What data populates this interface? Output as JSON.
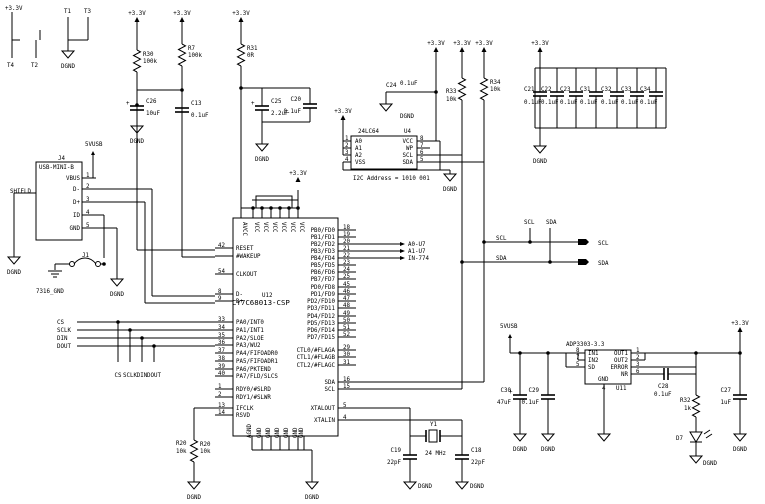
{
  "rails": {
    "p33": "+3.3V",
    "gnd": "DGND",
    "vusb": "5VUSB",
    "gnd7316": "7316_GND"
  },
  "top_left": {
    "t1": "T1",
    "t3": "T3",
    "t4": "T4",
    "t2": "T2"
  },
  "resistors": {
    "r30": [
      "R30",
      "100k"
    ],
    "r7": [
      "R7",
      "100k"
    ],
    "r31": [
      "R31",
      "0R"
    ],
    "r33": [
      "R33",
      "10k"
    ],
    "r34": [
      "R34",
      "10k"
    ],
    "r20": [
      "R20",
      "10k"
    ],
    "r32": [
      "R32",
      "1k"
    ]
  },
  "caps": {
    "c26": [
      "C26",
      "10uF"
    ],
    "c13": [
      "C13",
      "0.1uF"
    ],
    "c25": [
      "C25",
      "2.2uF"
    ],
    "c20": [
      "C20",
      "0.1uF"
    ],
    "c24": [
      "C24",
      "0.1uF"
    ],
    "c19": [
      "C19",
      "22pF"
    ],
    "c18": [
      "C18",
      "22pF"
    ],
    "c30": [
      "C30",
      "47uF"
    ],
    "c29": [
      "C29",
      "0.1uF"
    ],
    "c28": [
      "C28",
      "0.1uF"
    ],
    "c27": [
      "C27",
      "1uF"
    ],
    "bank": [
      [
        "C21",
        "0.1uF"
      ],
      [
        "C22",
        "0.1uF"
      ],
      [
        "C23",
        "0.1uF"
      ],
      [
        "C31",
        "0.1uF"
      ],
      [
        "C32",
        "0.1uF"
      ],
      [
        "C33",
        "0.1uF"
      ],
      [
        "C34",
        "0.1uF"
      ]
    ]
  },
  "j4": {
    "ref": "J4",
    "name": "USB-MINI-B",
    "pins": [
      "VBUS",
      "D-",
      "D+",
      "ID",
      "GND"
    ],
    "shield": "SHIELD",
    "nums": [
      "1",
      "2",
      "3",
      "4",
      "5"
    ]
  },
  "j1": {
    "ref": "J1"
  },
  "u4": {
    "ref": "U4",
    "name": "24LC64",
    "left_pins": [
      "A0",
      "A1",
      "A2",
      "VSS"
    ],
    "left_nums": [
      "1",
      "2",
      "3",
      "4"
    ],
    "right_pins": [
      "VCC",
      "WP",
      "SCL",
      "SDA"
    ],
    "right_nums": [
      "8",
      "7",
      "6",
      "5"
    ],
    "addr_note": "I2C Address = 1010 001"
  },
  "u12": {
    "ref": "U12",
    "name": "CY7C68013-CSP",
    "left_nums": [
      "42",
      "54",
      "8",
      "9",
      "33",
      "34",
      "35",
      "36",
      "37",
      "38",
      "39",
      "40",
      "1",
      "2",
      "13",
      "14"
    ],
    "left_pins": [
      "RESET",
      "#WAKEUP",
      "CLKOUT",
      "D-",
      "D+",
      "PA0/INT0",
      "PA1/INT1",
      "PA2/SLOE",
      "PA3/WU2",
      "PA4/FIFOADR0",
      "PA5/FIFOADR1",
      "PA6/PKTEND",
      "PA7/FLD/SLCS",
      "RDY0/#SLRD",
      "RDY1/#SLWR",
      "IFCLK",
      "RSVD"
    ],
    "right_nums": [
      "18",
      "19",
      "20",
      "21",
      "22",
      "23",
      "24",
      "25",
      "45",
      "46",
      "47",
      "48",
      "49",
      "50",
      "51",
      "52",
      "29",
      "30",
      "31",
      "16",
      "15",
      "5",
      "4"
    ],
    "right_pins": [
      "PB0/FD0",
      "PB1/FD1",
      "PB2/FD2",
      "PB3/FD3",
      "PB4/FD4",
      "PB5/FD5",
      "PB6/FD6",
      "PB7/FD7",
      "PD0/FD8",
      "PD1/FD9",
      "PD2/FD10",
      "PD3/FD11",
      "PD4/FD12",
      "PD5/FD13",
      "PD6/FD14",
      "PD7/FD15",
      "CTL0/#FLAGA",
      "CTL1/#FLAGB",
      "CTL2/#FLAGC",
      "SDA",
      "SCL",
      "XTALOUT",
      "XTALIN"
    ],
    "vcc_pins": [
      "AVCC",
      "VCC",
      "VCC",
      "VCC",
      "VCC",
      "VCC",
      "VCC"
    ],
    "gnd_pins": [
      "AGND",
      "GND",
      "GND",
      "GND",
      "GND",
      "GND",
      "GND"
    ]
  },
  "buses": {
    "a": "A0-U7",
    "b": "A1-U7",
    "c": "IN-774"
  },
  "signals": [
    "CS",
    "SCLK",
    "DIN",
    "DOUT"
  ],
  "nets": {
    "scl": "SCL",
    "sda": "SDA"
  },
  "y1": {
    "ref": "Y1",
    "freq": "24 MHz"
  },
  "u11": {
    "ref": "U11",
    "name": "ADP3303-3.3",
    "left_pins": [
      "IN1",
      "IN2",
      "SD"
    ],
    "left_nums": [
      "8",
      "7",
      "5"
    ],
    "right_pins": [
      "OUT1",
      "OUT2",
      "ERROR",
      "NR"
    ],
    "right_nums": [
      "1",
      "2",
      "3",
      "6"
    ],
    "gnd_pin": "GND",
    "gnd_num": "4"
  },
  "d7": {
    "ref": "D7"
  }
}
